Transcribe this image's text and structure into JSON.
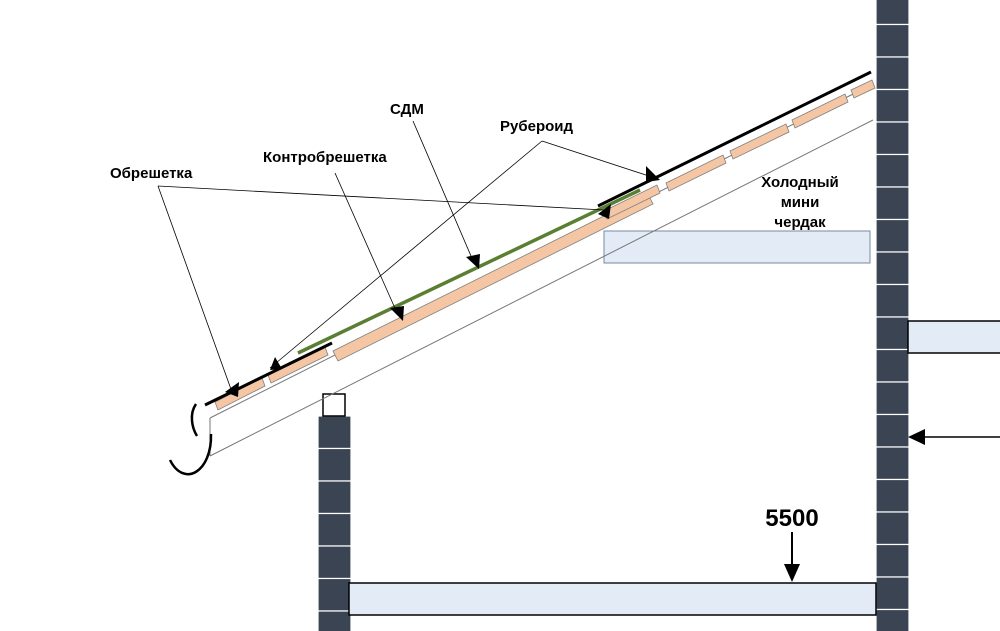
{
  "labels": {
    "obreshetka": "Обрешетка",
    "kontrobreshetka": "Контробрешетка",
    "sdm": "СДМ",
    "ruberoid": "Рубероид",
    "cold_attic_1": "Холодный",
    "cold_attic_2": "мини",
    "cold_attic_3": "чердак",
    "dimension": "5500"
  },
  "colors": {
    "brick": "#3b4452",
    "board": "#f4c6a4",
    "membrane": "#5a7f32",
    "insulation": "#e3ecf6",
    "outline": "#000000"
  },
  "icons": [
    "gutter-icon",
    "arrow-icon"
  ]
}
